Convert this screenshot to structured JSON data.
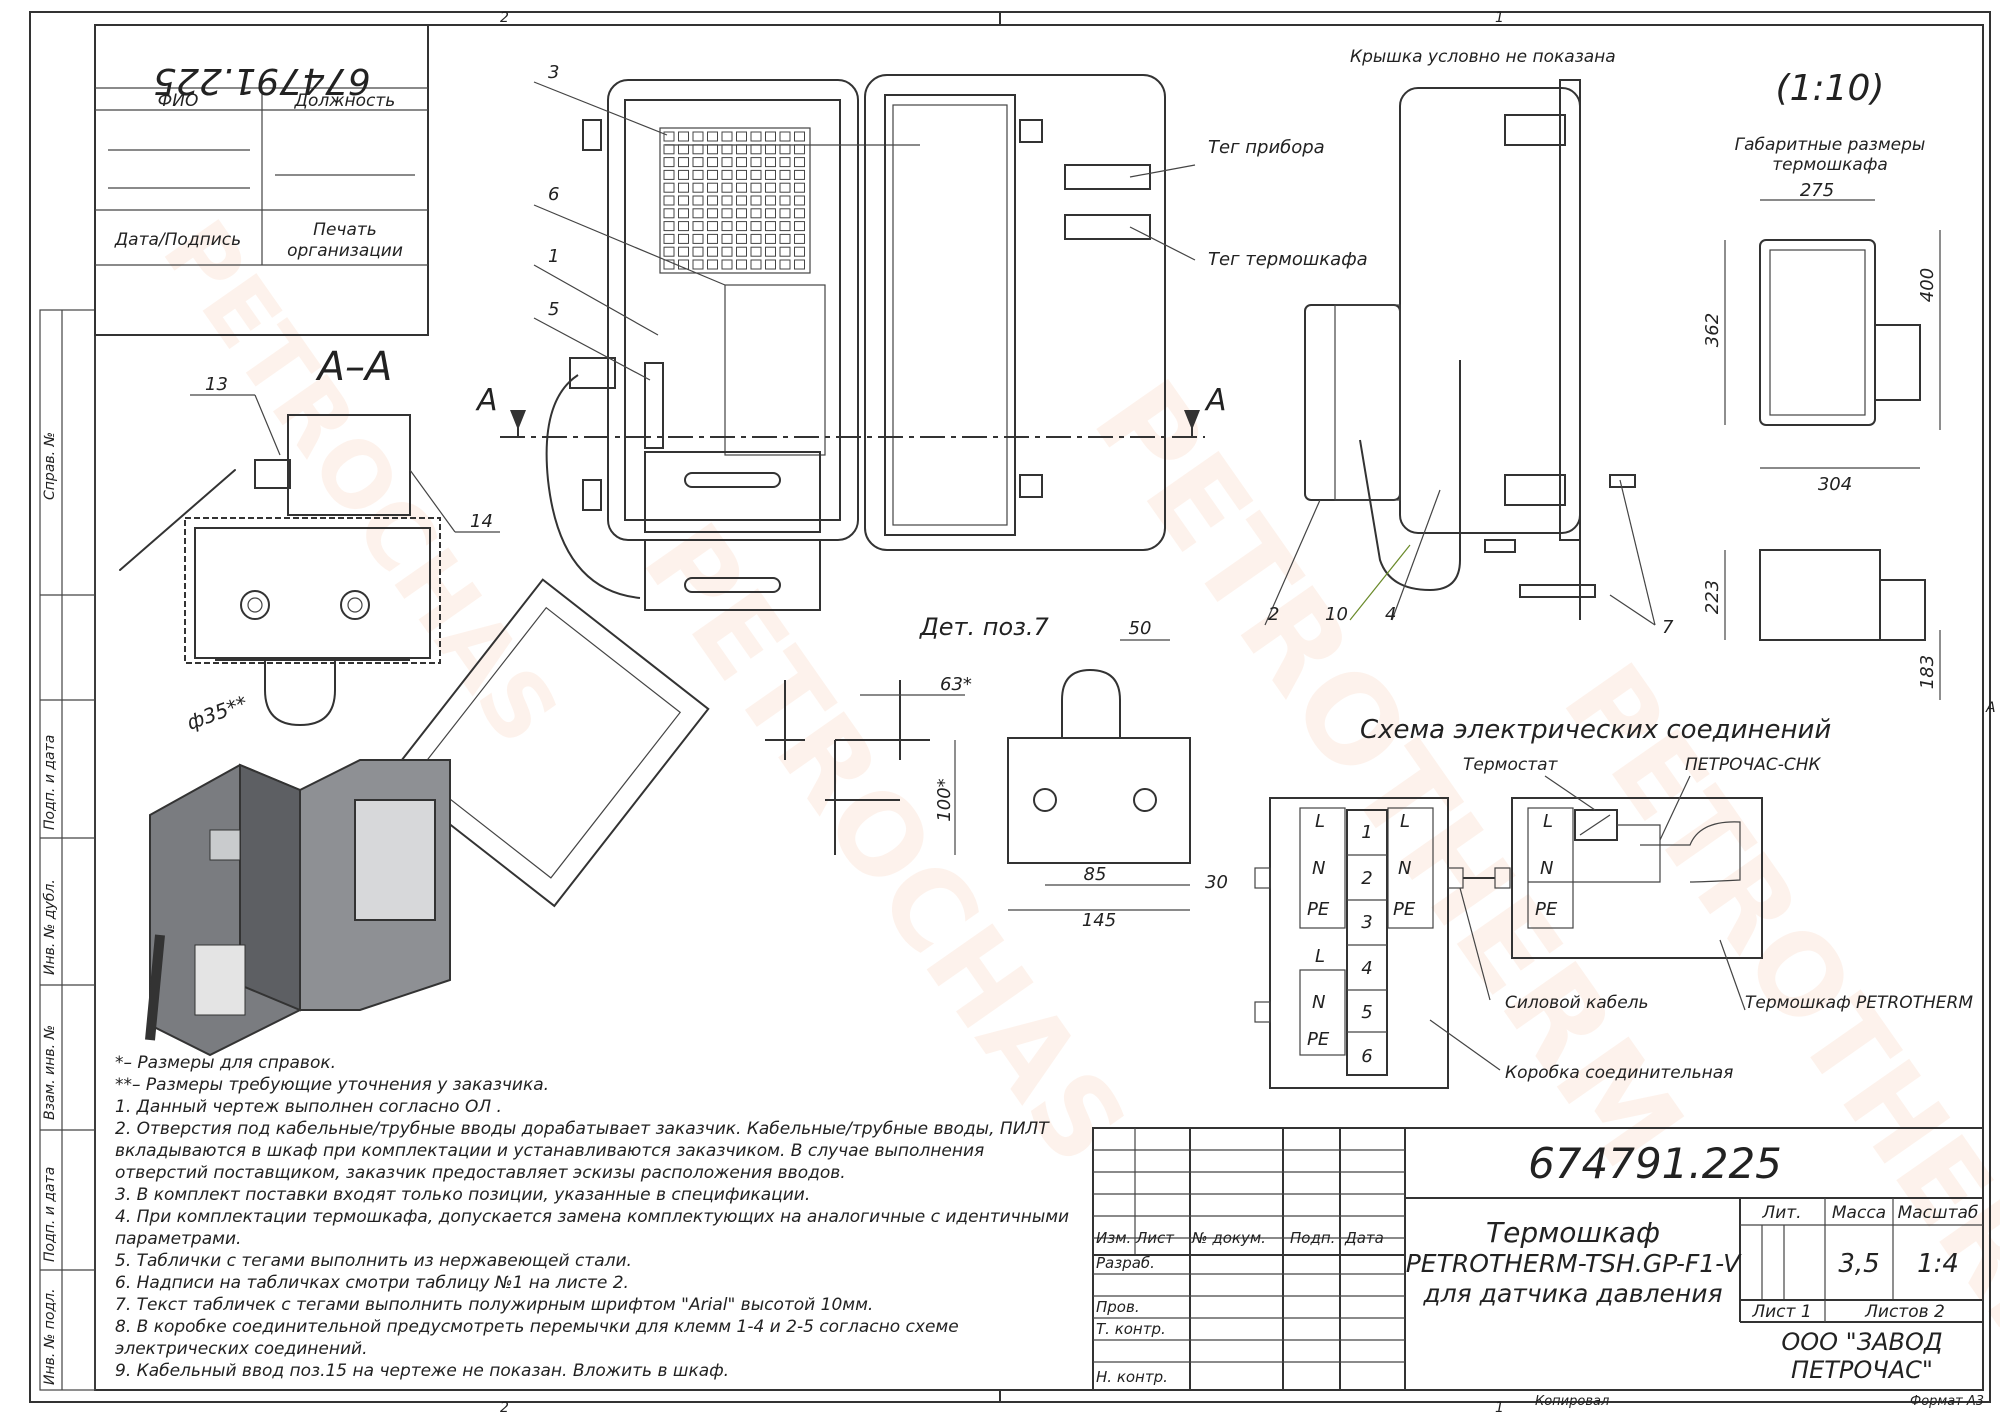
{
  "doc_number": "674791.225",
  "doc_number_mirrored": "674791.225",
  "scale_label": "(1:10)",
  "left_stamp": {
    "fio": "ФИО",
    "position": "Должность",
    "date_sign": "Дата/Подпись",
    "org_stamp": "Печать организации"
  },
  "zone_numbers": {
    "left": "2",
    "right": "1",
    "side": "A"
  },
  "side_strip": {
    "sprav": "Справ. №",
    "podp_date_1": "Подп. и дата",
    "inv_dubl": "Инв. № дубл.",
    "vzam_inv": "Взам. инв. №",
    "podp_date_2": "Подп. и дата",
    "inv_podl": "Инв. № подл."
  },
  "section_label": "А–А",
  "section_marks": [
    "А",
    "А"
  ],
  "callouts": {
    "p1": "1",
    "p2": "2",
    "p3": "3",
    "p4": "4",
    "p5": "5",
    "p6": "6",
    "p7": "7",
    "p7b": "7",
    "p10": "10",
    "p13": "13",
    "p14": "14"
  },
  "labels": {
    "cover_note": "Крышка условно не показана",
    "tag_device": "Тег прибора",
    "tag_cabinet": "Тег термошкафа",
    "det_pos7": "Дет. поз.7",
    "overall_title": "Габаритные размеры термошкафа"
  },
  "dims": {
    "d275": "275",
    "d362": "362",
    "d400": "400",
    "d304": "304",
    "d223": "223",
    "d183": "183",
    "d50": "50",
    "d63": "63*",
    "d100": "100*",
    "d85": "85",
    "d30": "30",
    "d145": "145",
    "phi35": "ф35**"
  },
  "schematic": {
    "title": "Схема электрических соединений",
    "thermostat": "Термостат",
    "cable_label": "ПЕТРОЧАС-СНК",
    "power_cable": "Силовой кабель",
    "cabinet": "Термошкаф PETROTHERM",
    "junction_box": "Коробка соединительная",
    "terminals": [
      "1",
      "2",
      "3",
      "4",
      "5",
      "6"
    ],
    "box_labels": [
      "L",
      "N",
      "PE",
      "L",
      "N",
      "PE",
      "L",
      "N",
      "PE"
    ],
    "right_labels": [
      "L",
      "N",
      "PE"
    ]
  },
  "notes": [
    "*– Размеры для справок.",
    "**– Размеры требующие уточнения у заказчика.",
    "1.   Данный чертеж выполнен согласно ОЛ .",
    "2.   Отверстия под кабельные/трубные вводы дорабатывает заказчик. Кабельные/трубные вводы, ПИЛТ",
    "      вкладываются в шкаф при комплектации и устанавливаются заказчиком. В случае выполнения",
    "      отверстий поставщиком, заказчик предоставляет эскизы расположения вводов.",
    "3.   В комплект поставки входят только позиции, указанные в спецификации.",
    "4.   При комплектации термошкафа, допускается замена комплектующих на аналогичные с идентичными",
    "      параметрами.",
    "5.   Таблички с тегами выполнить из нержавеющей стали.",
    "6.   Надписи на табличках смотри таблицу №1 на листе 2.",
    "7.   Текст табличек с тегами выполнить полужирным шрифтом \"Arial\" высотой 10мм.",
    "8.   В коробке соединительной предусмотреть перемычки для клемм 1-4 и 2-5 согласно схеме",
    "      электрических соединений.",
    "9.   Кабельный ввод поз.15 на чертеже не показан. Вложить в шкаф."
  ],
  "title_block": {
    "number": "674791.225",
    "name_line1": "Термошкаф",
    "name_line2": "PETROTHERM-TSH.GP-F1-V",
    "name_line3": "для датчика давления",
    "cols": [
      "Изм.",
      "Лист",
      "№ докум.",
      "Подп.",
      "Дата"
    ],
    "rows": [
      "Разраб.",
      "Пров.",
      "Т. контр.",
      "Н. контр."
    ],
    "lit": "Лит.",
    "mass_label": "Масса",
    "scale_label": "Масштаб",
    "mass": "3,5",
    "scale": "1:4",
    "sheet": "Лист 1",
    "sheets": "Листов 2",
    "org_line1": "ООО \"ЗАВОД",
    "org_line2": "ПЕТРОЧАС\""
  },
  "footer": {
    "copied": "Копировал",
    "format": "Формат А3"
  },
  "watermark": "PETROTHERM",
  "watermark2": "PETROCHAS"
}
